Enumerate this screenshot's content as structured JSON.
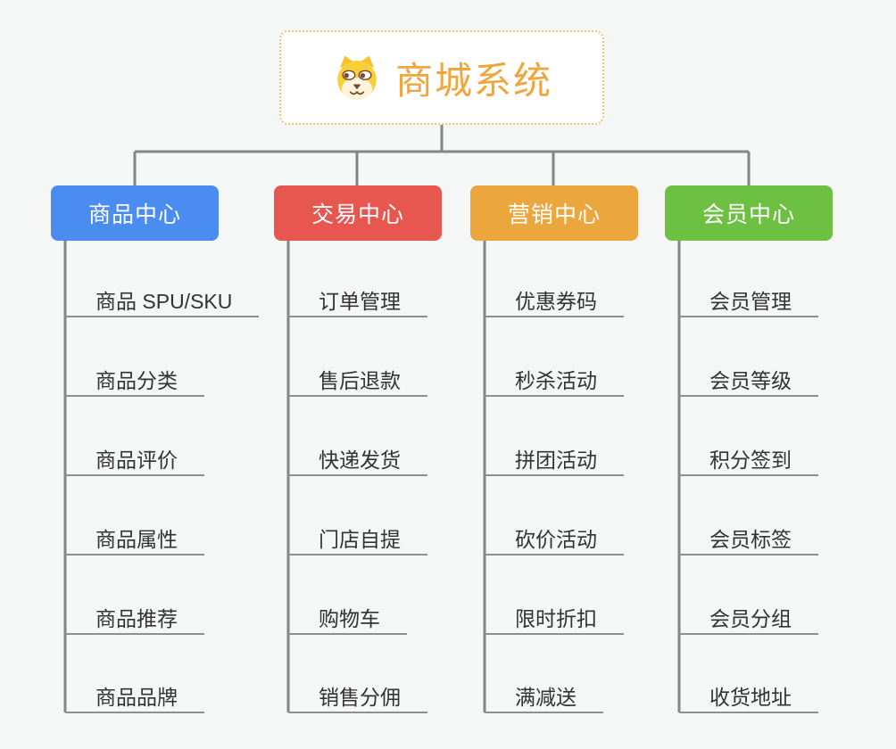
{
  "root": {
    "title": "商城系统",
    "icon": "dog-icon",
    "title_color": "#f0a53e",
    "border_color": "#f5c276"
  },
  "connector_color": "#858585",
  "underline_color": "#8f8f8f",
  "background_color": "#f5f6f6",
  "branches": [
    {
      "label": "商品中心",
      "color": "#4a8cf0",
      "items": [
        "商品 SPU/SKU",
        "商品分类",
        "商品评价",
        "商品属性",
        "商品推荐",
        "商品品牌"
      ]
    },
    {
      "label": "交易中心",
      "color": "#e85650",
      "items": [
        "订单管理",
        "售后退款",
        "快递发货",
        "门店自提",
        "购物车",
        "销售分佣"
      ]
    },
    {
      "label": "营销中心",
      "color": "#eba63e",
      "items": [
        "优惠券码",
        "秒杀活动",
        "拼团活动",
        "砍价活动",
        "限时折扣",
        "满减送"
      ]
    },
    {
      "label": "会员中心",
      "color": "#6ec043",
      "items": [
        "会员管理",
        "会员等级",
        "积分签到",
        "会员标签",
        "会员分组",
        "收货地址"
      ]
    }
  ]
}
